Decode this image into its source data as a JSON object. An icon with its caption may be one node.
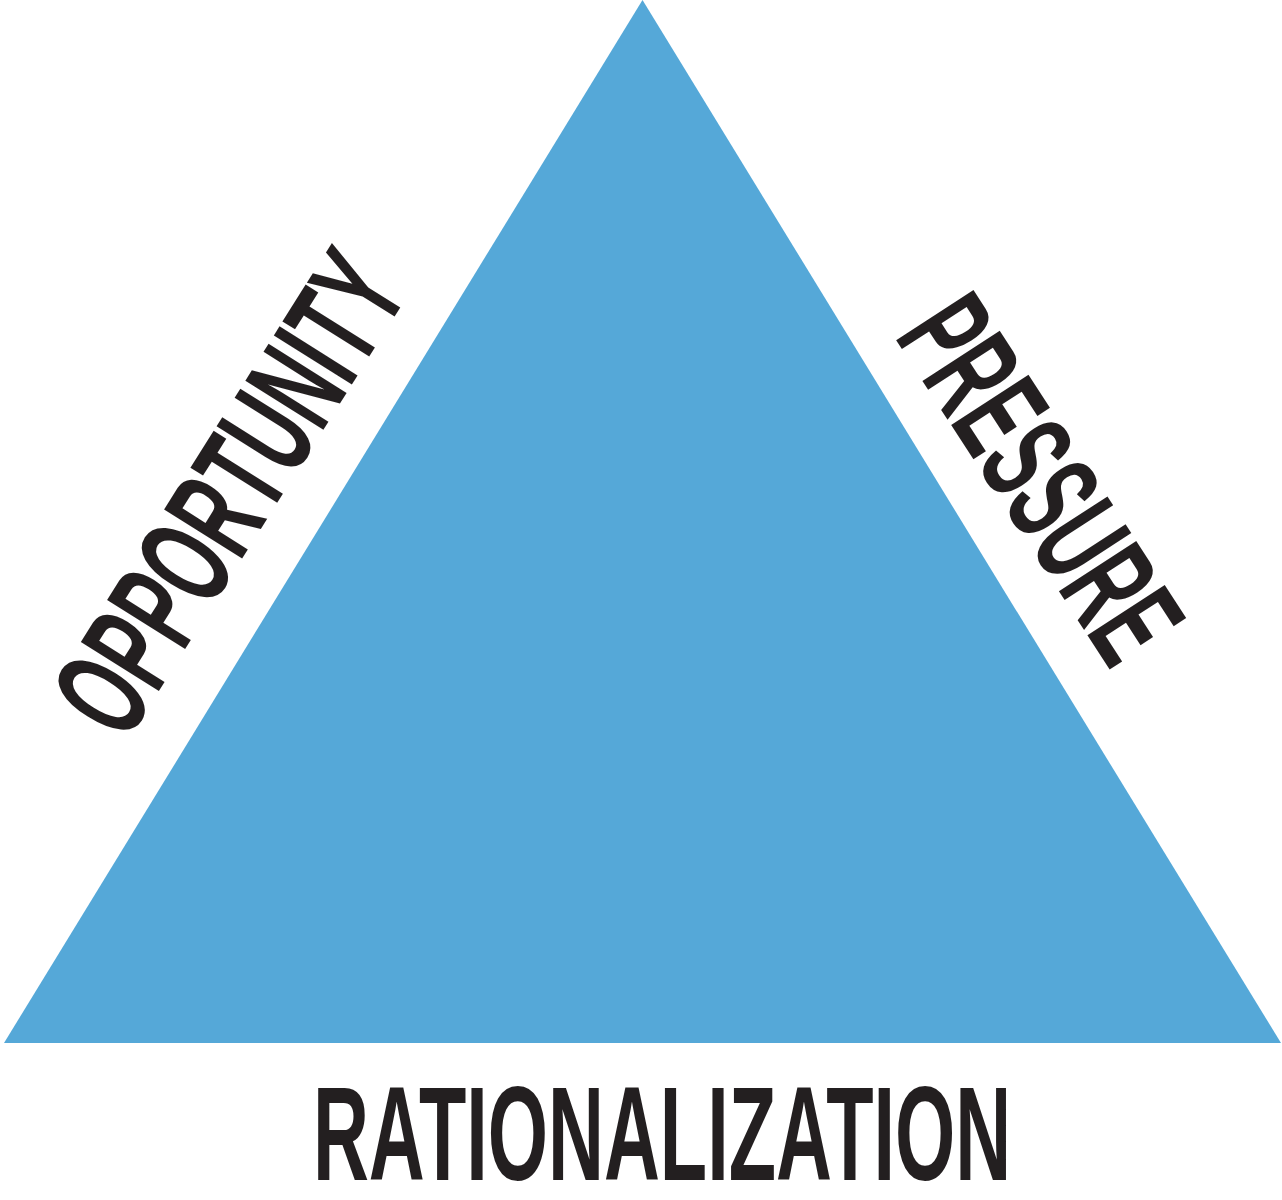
{
  "diagram": {
    "nodes": [
      {
        "text": [],
        "shape": "triangle",
        "beside": [
          "OPPORTUNITY",
          "PRESSURE",
          "RATIONALIZATION"
        ]
      }
    ],
    "edges": []
  }
}
